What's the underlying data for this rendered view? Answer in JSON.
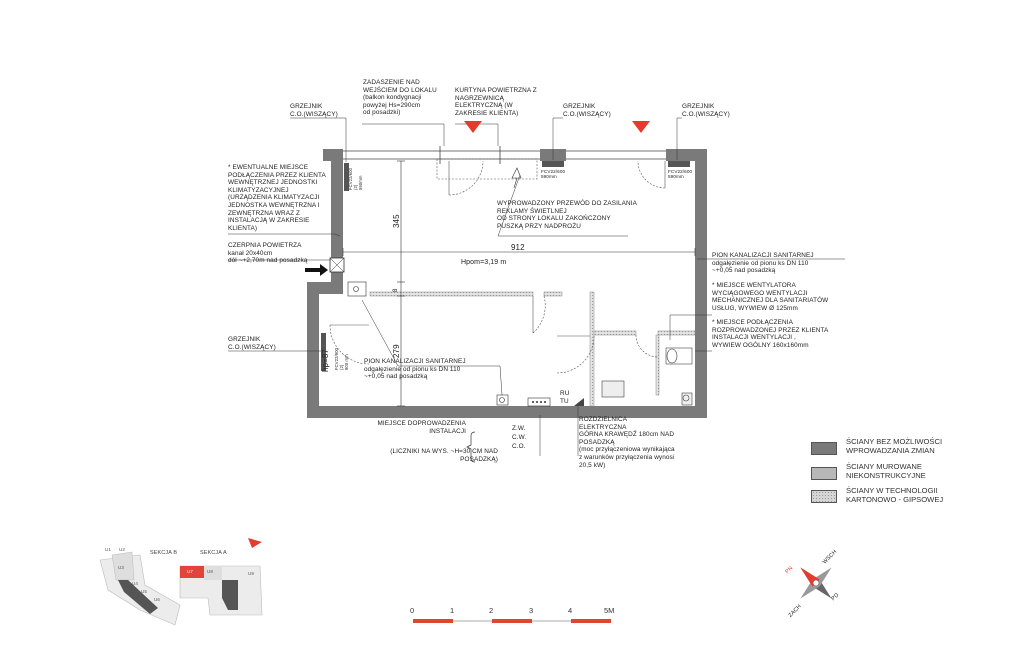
{
  "labels": {
    "zadaszenie": "ZADASZENIE NAD\nWEJŚCIEM DO LOKALU\n(balkon kondygnacji\npowyżej Hs=290cm\nod posadzki)",
    "kurtyna": "KURTYNA POWIETRZNA Z\nNAGRZEWNICĄ\nELEKTRYCZNĄ (W\nZAKRESIE KLIENTA)",
    "grzejnik_top_left": "GRZEJNIK\nC.O.(WISZĄCY)",
    "grzejnik_top_mid": "GRZEJNIK\nC.O.(WISZĄCY)",
    "grzejnik_top_right": "GRZEJNIK\nC.O.(WISZĄCY)",
    "grzejnik_left": "GRZEJNIK\nC.O.(WISZĄCY)",
    "klimatyzacja": "* EWENTUALNE MIEJSCE\nPODŁĄCZENIA PRZEZ KLIENTA\nWEWNĘTRZNEJ JEDNOSTKI\nKLIMATYZACYJNEJ\n(URZĄDZENIA KLIMATYZACJI\nJEDNOSTKA WEWNĘTRZNA I\nZEWNĘTRZNA WRAZ Z\nINSTALACJĄ W ZAKRESIE\nKLIENTA)",
    "czerpnia": "CZERPNIA POWIETRZA\nkanał 20x40cm\ndół ~+2,70m nad posadzką",
    "przewod": "WYPROWADZONY PRZEWÓD DO ZASILANIA\nREKLAMY ŚWIETLNEJ\nOD STRONY LOKALU ZAKOŃCZONY\nPUSZKĄ PRZY NADPROŻU",
    "pion_right": "PION KANALIZACJI SANITARNEJ\nodgałęzienie od pionu ks DN 110\n~+0,05 nad posadzką",
    "wentylator": "* MIEJSCE WENTYLATORA\nWYCIĄGOWEGO WENTYLACJI\nMECHANICZNEJ DLA SANITARIATÓW\nUSŁUG, WYWIEW Ø 125mm",
    "podlaczenie_went": "*  MIEJSCE PODŁĄCZENIA\nROZPROWADZONEJ PRZEZ KLIENTA\nINSTALACJI WENTYLACJI ,\nWYWIEW OGÓLNY 160x160mm",
    "pion_mid": "PION KANALIZACJI SANITARNEJ\nodgałęzienie od pionu ks DN 110\n~+0,05 nad posadzką",
    "miejsce_doprow": "MIEJSCE DOPROWADZENIA\nINSTALACJI",
    "liczniki": "(LICZNIKI NA WYS. ~H=30 CM NAD\nPOSADZKĄ)",
    "zw": "Z.W.",
    "cw": "C.W.",
    "co": "C.O.",
    "rozdzielnica": "ROZDZIELNICA\nELEKTRYCZNA\nGÓRNA KRAWĘDŹ 180cm NAD\nPOSADZKĄ\n(moc przyłączeniowa wynikająca\nz warunków przyłączenia wynosi\n20,5 kW)",
    "ru": "RU",
    "tu": "TU",
    "hpom": "Hpom=3,19 m",
    "hp": "hp=87",
    "fcv_left": "FCV22/900\n(2)\n900 mm",
    "fcv_top_left": "FCV22/600\n(2)\n590mm",
    "fcv_top_mid": "FCV22/600\n590mm",
    "fcv_top_right": "FCV22/600\n590mm"
  },
  "dimensions": {
    "width": "912",
    "height_upper": "345",
    "height_lower": "279",
    "wall": "8"
  },
  "legend": [
    {
      "text": "ŚCIANY BEZ MOŻLIWOŚCI\nWPROWADZANIA ZMIAN",
      "color": "#7a7a7a"
    },
    {
      "text": "ŚCIANY MUROWANE\nNIEKONSTRUKCYJNE",
      "color": "#b8b8b8"
    },
    {
      "text": "ŚCIANY W TECHNOLOGII\nKARTONOWO - GIPSOWEJ",
      "color": "#d6d6d6"
    }
  ],
  "keyplan": {
    "section_b": "SEKCJA B",
    "section_a": "SEKCJA A",
    "units": [
      "U1",
      "U2",
      "U3",
      "U4",
      "U5",
      "U6",
      "U7",
      "U8",
      "U9"
    ],
    "highlight_color": "#e0443a"
  },
  "scale": {
    "ticks": [
      "0",
      "1",
      "2",
      "3",
      "4",
      "5M"
    ],
    "bar_color": "#d9482f"
  },
  "compass": {
    "n": "PN",
    "ne": "WSCH",
    "se": "PD",
    "sw": "ZACH"
  },
  "accent_color": "#e53b2f"
}
